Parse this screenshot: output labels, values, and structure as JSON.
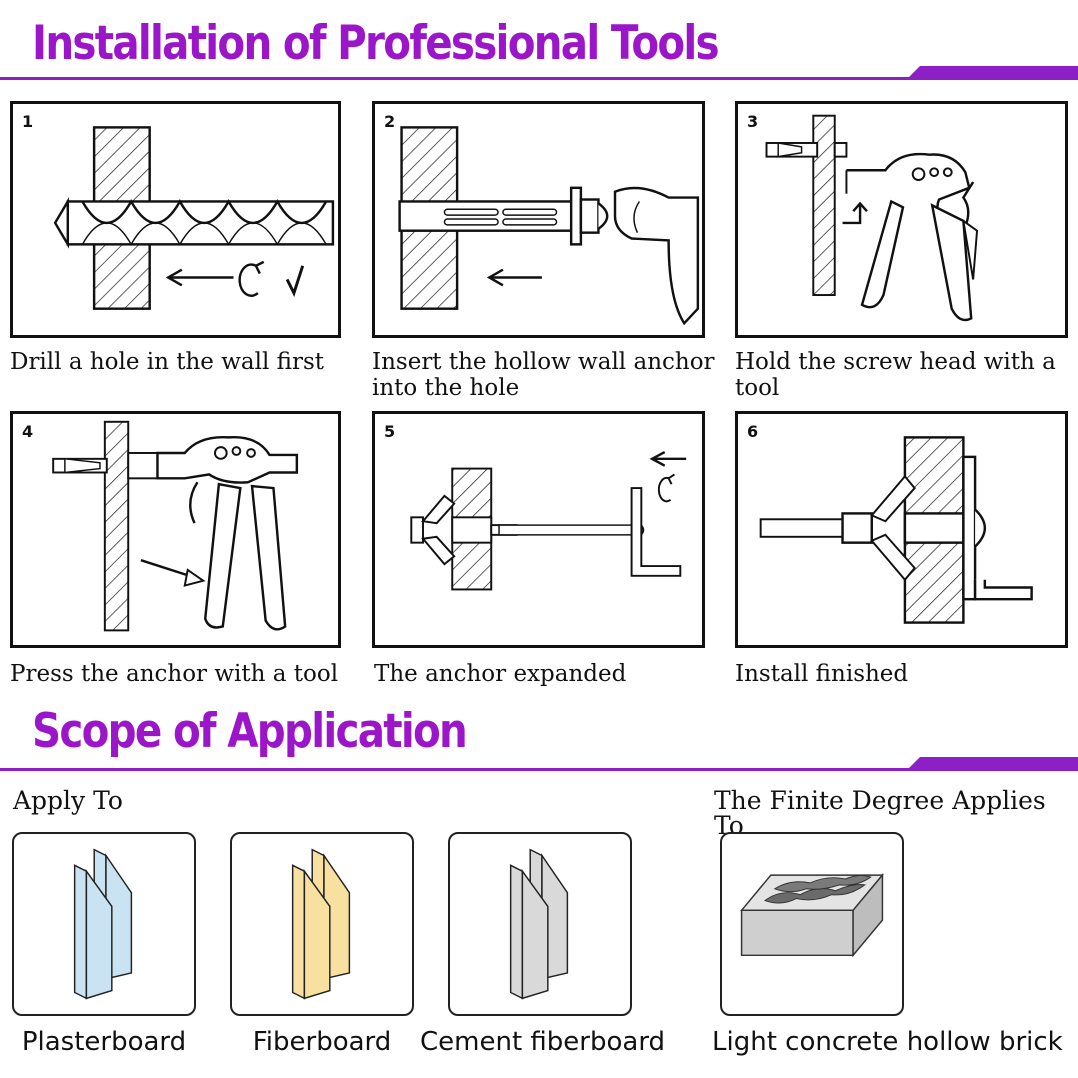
{
  "installation": {
    "title": "Installation of Professional Tools",
    "steps": [
      {
        "number": "1",
        "caption": "Drill a hole in the wall first"
      },
      {
        "number": "2",
        "caption": "Insert the hollow wall anchor into the hole"
      },
      {
        "number": "3",
        "caption": "Hold the screw head with a tool"
      },
      {
        "number": "4",
        "caption": "Press the anchor with a tool"
      },
      {
        "number": "5",
        "caption": "The anchor expanded"
      },
      {
        "number": "6",
        "caption": "Install finished"
      }
    ]
  },
  "scope": {
    "title": "Scope of Application",
    "apply_to_heading": "Apply To",
    "finite_heading": "The Finite Degree Applies To",
    "materials": [
      {
        "label": "Plasterboard",
        "color": "#c9e3f2"
      },
      {
        "label": "Fiberboard",
        "color": "#f8e0a0"
      },
      {
        "label": "Cement fiberboard",
        "color": "#d9d9d9"
      },
      {
        "label": "Light concrete hollow brick",
        "color": "#d3d3d3"
      }
    ]
  },
  "colors": {
    "accent": "#9b16c9"
  }
}
